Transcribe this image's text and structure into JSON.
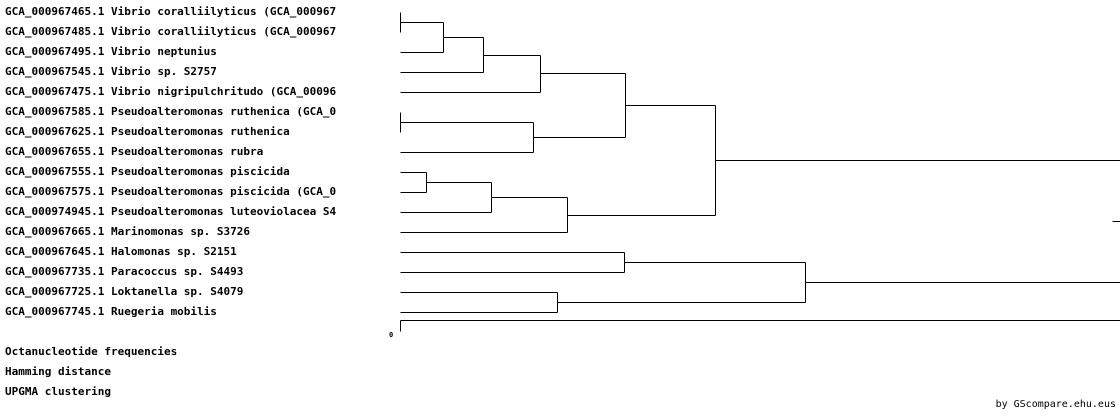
{
  "tree": {
    "leaves": [
      "GCA_000967465.1 Vibrio coralliilyticus (GCA_000967",
      "GCA_000967485.1 Vibrio coralliilyticus (GCA_000967",
      "GCA_000967495.1 Vibrio neptunius",
      "GCA_000967545.1 Vibrio sp. S2757",
      "GCA_000967475.1 Vibrio nigripulchritudo (GCA_00096",
      "GCA_000967585.1 Pseudoalteromonas ruthenica (GCA_0",
      "GCA_000967625.1 Pseudoalteromonas ruthenica",
      "GCA_000967655.1 Pseudoalteromonas rubra",
      "GCA_000967555.1 Pseudoalteromonas piscicida",
      "GCA_000967575.1 Pseudoalteromonas piscicida (GCA_0",
      "GCA_000974945.1 Pseudoalteromonas luteoviolacea S4",
      "GCA_000967665.1 Marinomonas sp. S3726",
      "GCA_000967645.1 Halomonas sp. S2151",
      "GCA_000967735.1 Paracoccus sp. S4493",
      "GCA_000967725.1 Loktanella sp. S4079",
      "GCA_000967745.1 Ruegeria mobilis"
    ],
    "clusters": [
      {
        "id": "A",
        "children": [
          0,
          1
        ],
        "height": 0.0
      },
      {
        "id": "B",
        "children": [
          "A",
          2
        ],
        "height": 0.06
      },
      {
        "id": "C",
        "children": [
          "B",
          3
        ],
        "height": 0.115
      },
      {
        "id": "D",
        "children": [
          "C",
          4
        ],
        "height": 0.195
      },
      {
        "id": "E",
        "children": [
          5,
          6
        ],
        "height": 0.0
      },
      {
        "id": "F",
        "children": [
          "E",
          7
        ],
        "height": 0.185
      },
      {
        "id": "G",
        "children": [
          "D",
          "F"
        ],
        "height": 0.313
      },
      {
        "id": "H",
        "children": [
          8,
          9
        ],
        "height": 0.036
      },
      {
        "id": "I",
        "children": [
          "H",
          10
        ],
        "height": 0.127
      },
      {
        "id": "J",
        "children": [
          "I",
          11
        ],
        "height": 0.232
      },
      {
        "id": "K",
        "children": [
          "G",
          "J"
        ],
        "height": 0.438
      },
      {
        "id": "L",
        "children": [
          12,
          13
        ],
        "height": 0.311
      },
      {
        "id": "M",
        "children": [
          14,
          15
        ],
        "height": 0.218
      },
      {
        "id": "N",
        "children": [
          "L",
          "M"
        ],
        "height": 0.563
      },
      {
        "id": "R",
        "children": [
          "K",
          "N"
        ],
        "height": 1.0
      }
    ],
    "scale_zero_label": "0"
  },
  "method": [
    "Octanucleotide frequencies",
    "Hamming distance",
    "UPGMA clustering"
  ],
  "credit": "by GScompare.ehu.eus"
}
